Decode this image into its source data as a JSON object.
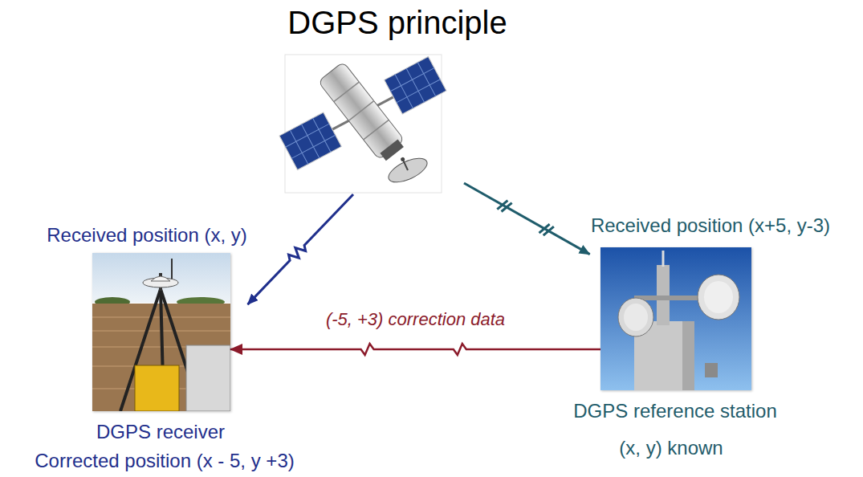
{
  "diagram": {
    "title": "DGPS principle",
    "nodes": [
      {
        "text": [
          "Received position (x, y)",
          "DGPS receiver",
          "Corrected position (x - 5, y +3)"
        ]
      },
      {
        "text": [
          "Received position (x+5, y-3)",
          "DGPS reference station",
          "(x, y) known"
        ]
      }
    ],
    "edges": [
      {
        "from": 1,
        "to": 0,
        "arrow": "to",
        "label": "(-5, +3) correction data"
      }
    ]
  }
}
